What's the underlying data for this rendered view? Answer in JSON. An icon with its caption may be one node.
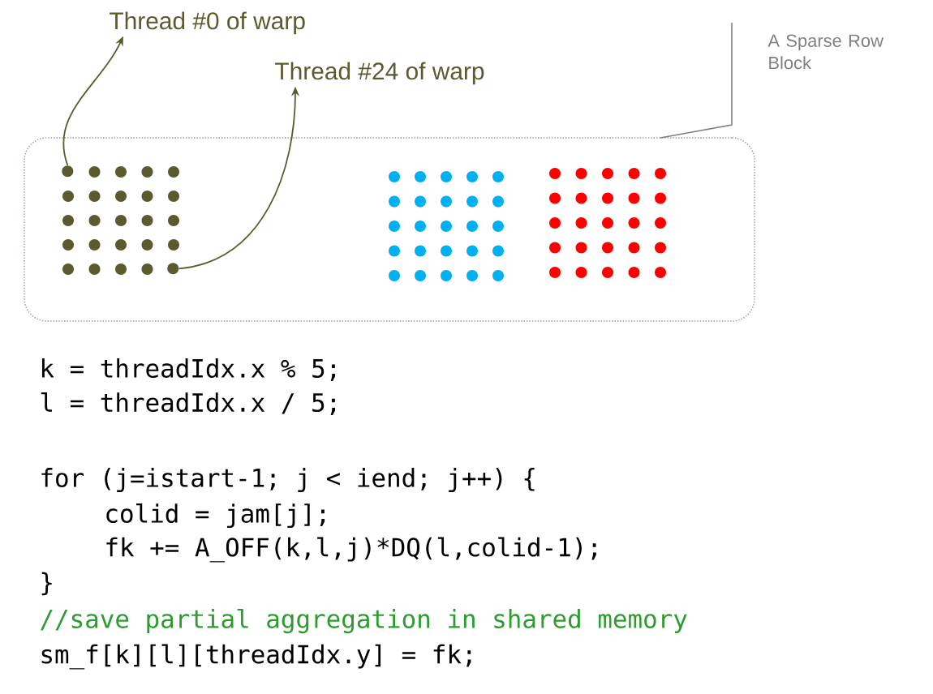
{
  "diagram": {
    "nodes": [
      {
        "text": [
          "Thread #0 of warp"
        ]
      },
      {
        "text": [
          "Thread #24 of warp"
        ]
      },
      {
        "text": [
          "A Sparse Row Block"
        ]
      },
      {
        "text": [],
        "shape": "box"
      },
      {
        "text": [],
        "shape": "circle",
        "in": 3
      },
      {
        "text": [],
        "shape": "circle",
        "in": 3
      }
    ],
    "edges": [
      {
        "from": 4,
        "to": 0,
        "arrow": "to"
      },
      {
        "from": 5,
        "to": 1,
        "arrow": "to"
      },
      {
        "from": 2,
        "to": 3,
        "arrow": "none"
      }
    ],
    "labels": [
      "k = threadIdx.x % 5;",
      "l = threadIdx.x / 5;",
      "for (j=istart-1; j < iend; j++) {",
      "colid = jam[j];",
      "fk += A_OFF(k,l,j)*DQ(l,colid-1);",
      "}",
      "//save partial aggregation in shared memory",
      "sm_f[k][l][threadIdx.y] = fk;"
    ]
  }
}
